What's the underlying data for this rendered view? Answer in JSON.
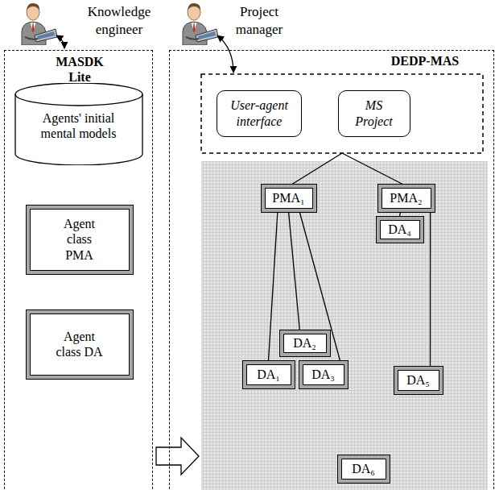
{
  "diagram": {
    "nodes": [
      {
        "text": [
          "MASDK Lite"
        ]
      },
      {
        "text": [
          "Agents' initial mental models"
        ],
        "in": 0
      },
      {
        "text": [
          "Agent class PMA"
        ],
        "in": 0
      },
      {
        "text": [
          "Agent class DA"
        ],
        "in": 0
      },
      {
        "text": [
          "DEDP-MAS"
        ]
      },
      {
        "text": [
          "User-agent interface"
        ],
        "in": 4
      },
      {
        "text": [
          "MS Project"
        ],
        "in": 4
      },
      {
        "text": [
          "PMA₁"
        ],
        "in": 4
      },
      {
        "text": [
          "PMA₂"
        ],
        "in": 4
      },
      {
        "text": [
          "DA₄"
        ],
        "in": 4
      },
      {
        "text": [
          "DA₂"
        ],
        "in": 4
      },
      {
        "text": [
          "DA₁"
        ],
        "in": 4
      },
      {
        "text": [
          "DA₃"
        ],
        "in": 4
      },
      {
        "text": [
          "DA₅"
        ],
        "in": 4
      },
      {
        "text": [
          "DA₆"
        ],
        "in": 4
      }
    ],
    "edges": [
      {
        "from": 7,
        "to": 11,
        "arrow": "none"
      },
      {
        "from": 7,
        "to": 10,
        "arrow": "none"
      },
      {
        "from": 7,
        "to": 12,
        "arrow": "none"
      },
      {
        "from": 8,
        "to": 9,
        "arrow": "none"
      },
      {
        "from": 8,
        "to": 13,
        "arrow": "none"
      }
    ],
    "labels": [
      "Knowledge engineer",
      "Project manager"
    ]
  }
}
